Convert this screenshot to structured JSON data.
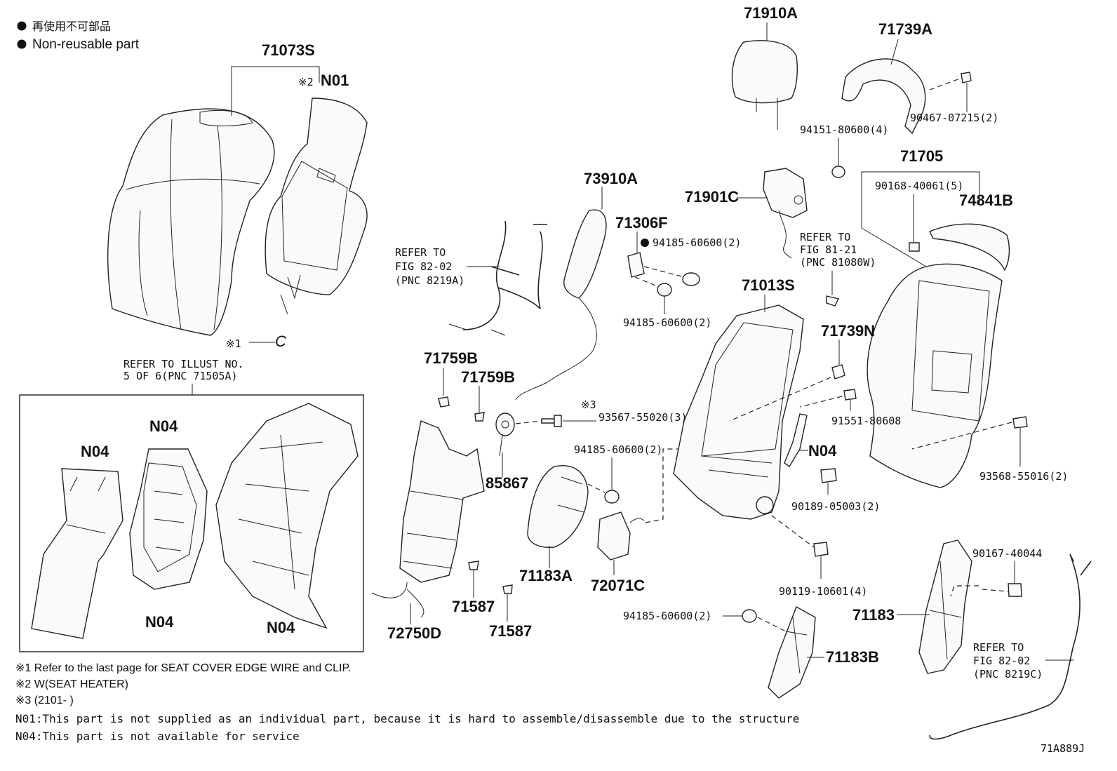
{
  "legend": {
    "japanese": "再使用不可部品",
    "english": "Non-reusable part"
  },
  "labels": {
    "l71073S": "71073S",
    "lN01": "N01",
    "lN01mark": "※2",
    "lC": "C",
    "lC_mark": "※1",
    "l71910A": "71910A",
    "l71739A": "71739A",
    "l90467": "90467-07215(2)",
    "l94151": "94151-80600(4)",
    "l71705": "71705",
    "l90168": "90168-40061(5)",
    "l74841B": "74841B",
    "l71901C": "71901C",
    "l73910A": "73910A",
    "l71306F": "71306F",
    "l94185a": "94185-60600(2)",
    "l94185b": "94185-60600(2)",
    "l94185c": "94185-60600(2)",
    "l94185d": "94185-60600(2)",
    "l71013S": "71013S",
    "l71739N": "71739N",
    "l91551": "91551-80608",
    "lN04r": "N04",
    "l90189": "90189-05003(2)",
    "l93568": "93568-55016(2)",
    "l71759B1": "71759B",
    "l71759B2": "71759B",
    "l93567mark": "※3",
    "l93567": "93567-55020(3)",
    "l85867": "85867",
    "l71183A": "71183A",
    "l72071C": "72071C",
    "l90119": "90119-10601(4)",
    "l90167": "90167-40044",
    "l71183": "71183",
    "l71183B": "71183B",
    "l71587a": "71587",
    "l71587b": "71587",
    "l72750D": "72750D",
    "lN04a": "N04",
    "lN04b": "N04",
    "lN04c": "N04",
    "lN04d": "N04"
  },
  "refs": {
    "ref1": [
      "REFER TO",
      "FIG 82-02",
      "(PNC 8219A)"
    ],
    "ref2": [
      "REFER TO",
      "FIG 81-21",
      "(PNC 81080W)"
    ],
    "ref3": [
      "REFER TO ILLUST NO.",
      "5 OF 6(PNC 71505A)"
    ],
    "ref4": [
      "REFER TO",
      "FIG 82-02",
      "(PNC 8219C)"
    ]
  },
  "notes": {
    "n1": "※1 Refer to the last page for SEAT COVER EDGE WIRE and CLIP.",
    "n2": "※2 W(SEAT HEATER)",
    "n3": "※3 (2101-    )",
    "n4": "N01:This part is not supplied as an individual part, because it is hard to assemble/disassemble due to the structure",
    "n5": "N04:This part is not available for service"
  },
  "figure_id": "71A889J"
}
